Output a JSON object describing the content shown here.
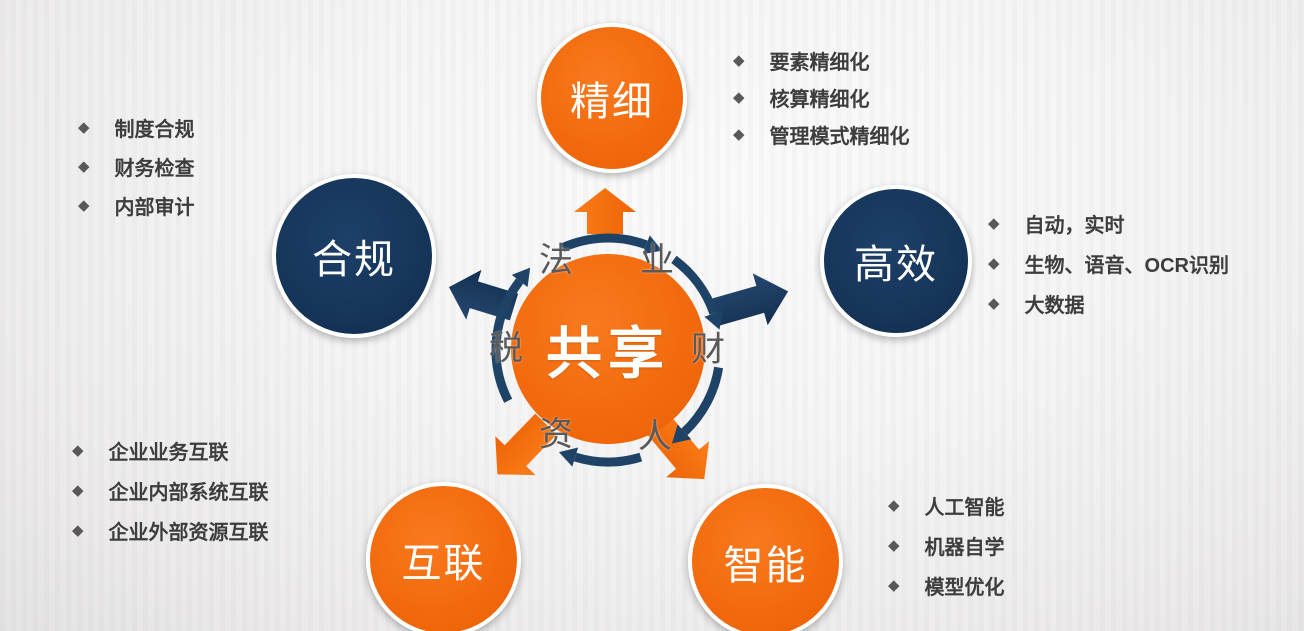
{
  "slide": {
    "hub": {
      "label": "共享",
      "segments": [
        "法",
        "业",
        "税",
        "财",
        "资",
        "人"
      ]
    },
    "nodes": [
      {
        "id": "refined",
        "label": "精细",
        "theme": "orange",
        "bullets": [
          "要素精细化",
          "核算精细化",
          "管理模式精细化"
        ]
      },
      {
        "id": "compliance",
        "label": "合规",
        "theme": "navy",
        "bullets": [
          "制度合规",
          "财务检查",
          "内部审计"
        ]
      },
      {
        "id": "efficiency",
        "label": "高效",
        "theme": "navy",
        "bullets": [
          "自动，实时",
          "生物、语音、OCR识别",
          "大数据"
        ]
      },
      {
        "id": "interconnect",
        "label": "互联",
        "theme": "orange",
        "bullets": [
          "企业业务互联",
          "企业内部系统互联",
          "企业外部资源互联"
        ]
      },
      {
        "id": "intelligence",
        "label": "智能",
        "theme": "orange",
        "bullets": [
          "人工智能",
          "机器自学",
          "模型优化"
        ]
      }
    ],
    "icons": {
      "marker_glyph": "◆",
      "bullet": "diamond-icon",
      "rotation": "clockwise-rotation-arcs",
      "outward_arrows": [
        "arrow-up-icon",
        "arrow-upleft-icon",
        "arrow-right-icon",
        "arrow-downleft-icon",
        "arrow-downright-icon"
      ]
    },
    "colors": {
      "orange": "#F2690D",
      "navy": "#16355A",
      "arrow_navy": "#1F4366",
      "bullet_marker": "#595959",
      "bullet_text": "#3D3D3D",
      "segment_text": "#595959",
      "circle_text": "#FFFFFF"
    }
  }
}
